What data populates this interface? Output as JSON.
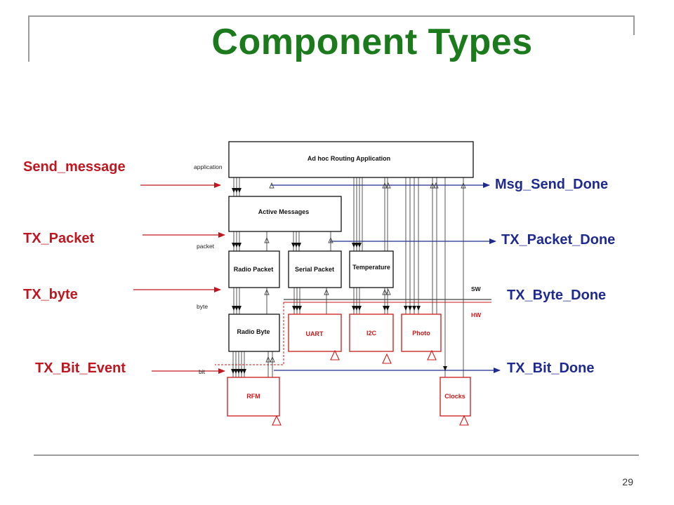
{
  "title": "Component Types",
  "slide_number": "29",
  "colors": {
    "title": "#1b7a1b",
    "event_label": "#c0161f",
    "done_label": "#1f2a8f",
    "hardware": "#cc1818"
  },
  "left_labels": [
    "Send_message",
    "TX_Packet",
    "TX_byte",
    "TX_Bit_Event"
  ],
  "right_labels": [
    "Msg_Send_Done",
    "TX_Packet_Done",
    "TX_Byte_Done",
    "TX_Bit_Done"
  ],
  "layer_labels": [
    "application",
    "packet",
    "byte",
    "bit"
  ],
  "boundary_labels": {
    "software": "SW",
    "hardware": "HW"
  },
  "components": {
    "routing": "Ad hoc Routing Application",
    "active_messages": "Active Messages",
    "radio_packet": "Radio Packet",
    "serial_packet": "Serial Packet",
    "temperature": "Temperature",
    "radio_byte": "Radio Byte",
    "uart": "UART",
    "i2c": "I2C",
    "photo": "Photo",
    "rfm": "RFM",
    "clocks": "Clocks"
  }
}
